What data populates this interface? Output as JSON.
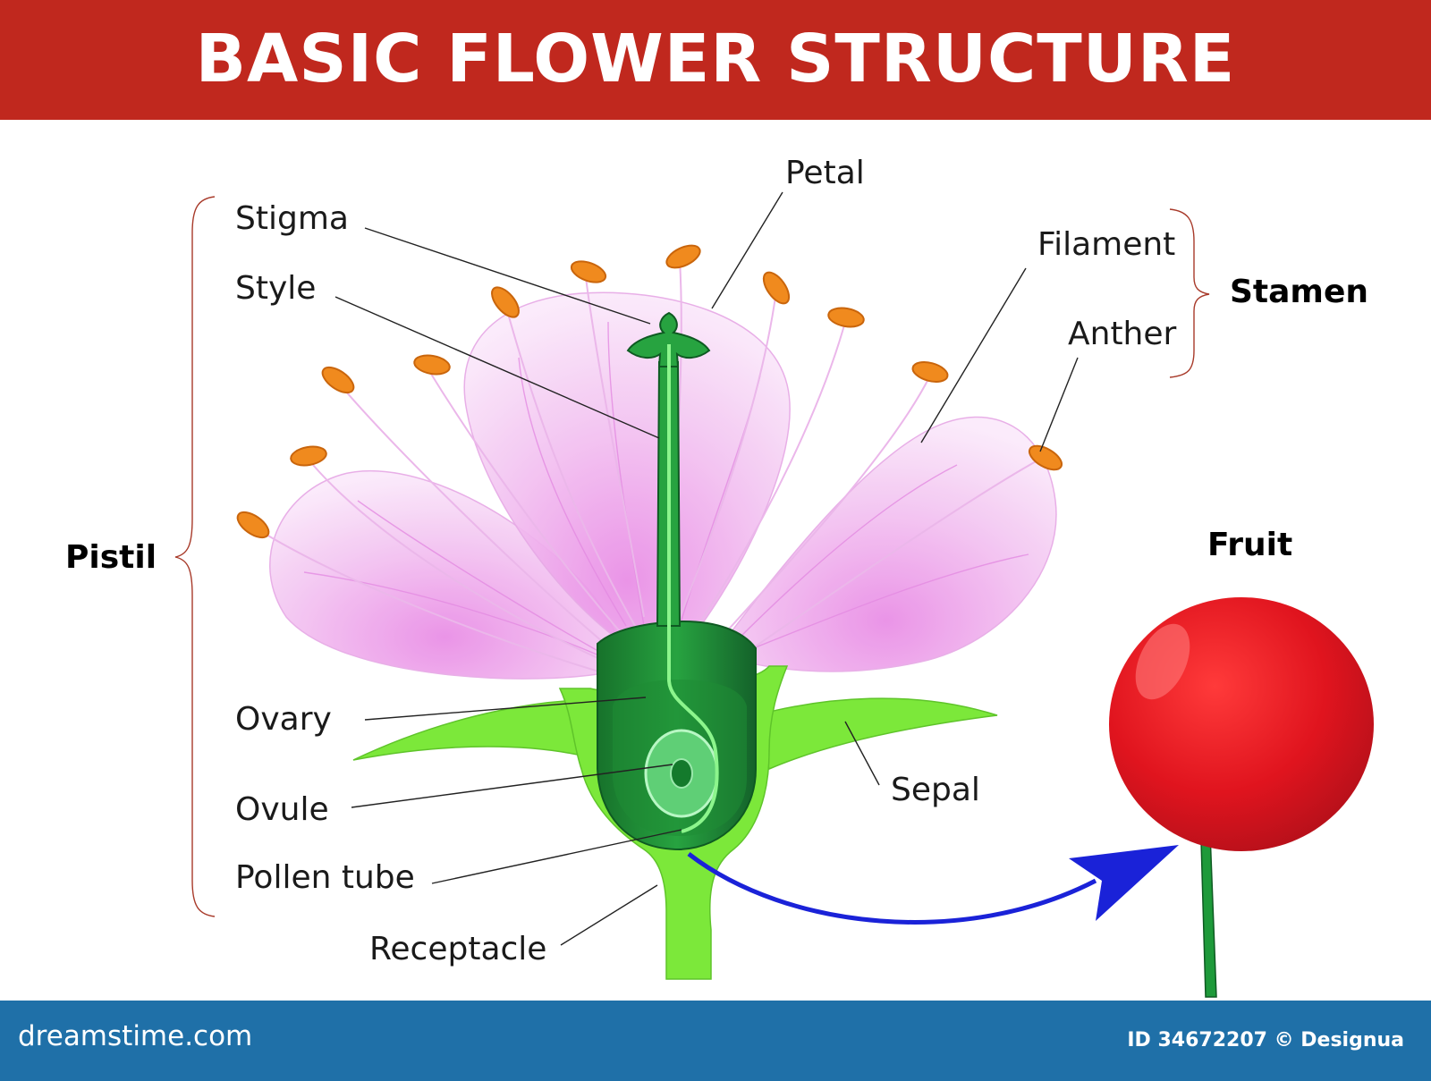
{
  "title": "BASIC FLOWER STRUCTURE",
  "labels": {
    "stigma": "Stigma",
    "style": "Style",
    "petal": "Petal",
    "filament": "Filament",
    "anther": "Anther",
    "ovary": "Ovary",
    "ovule": "Ovule",
    "pollen_tube": "Pollen tube",
    "receptacle": "Receptacle",
    "sepal": "Sepal"
  },
  "groups": {
    "pistil": "Pistil",
    "stamen": "Stamen",
    "fruit": "Fruit"
  },
  "footer": {
    "site": "dreamstime.com",
    "credit": "ID 34672207 © Designua"
  },
  "colors": {
    "header": "#c0281e",
    "footer": "#1f70a8",
    "petal": "#f0b8ee",
    "anther": "#f08a1e",
    "pistil": "#1e9a3a",
    "sepal": "#7ce83a",
    "fruit": "#e0141e",
    "arrow": "#1a22d8"
  }
}
